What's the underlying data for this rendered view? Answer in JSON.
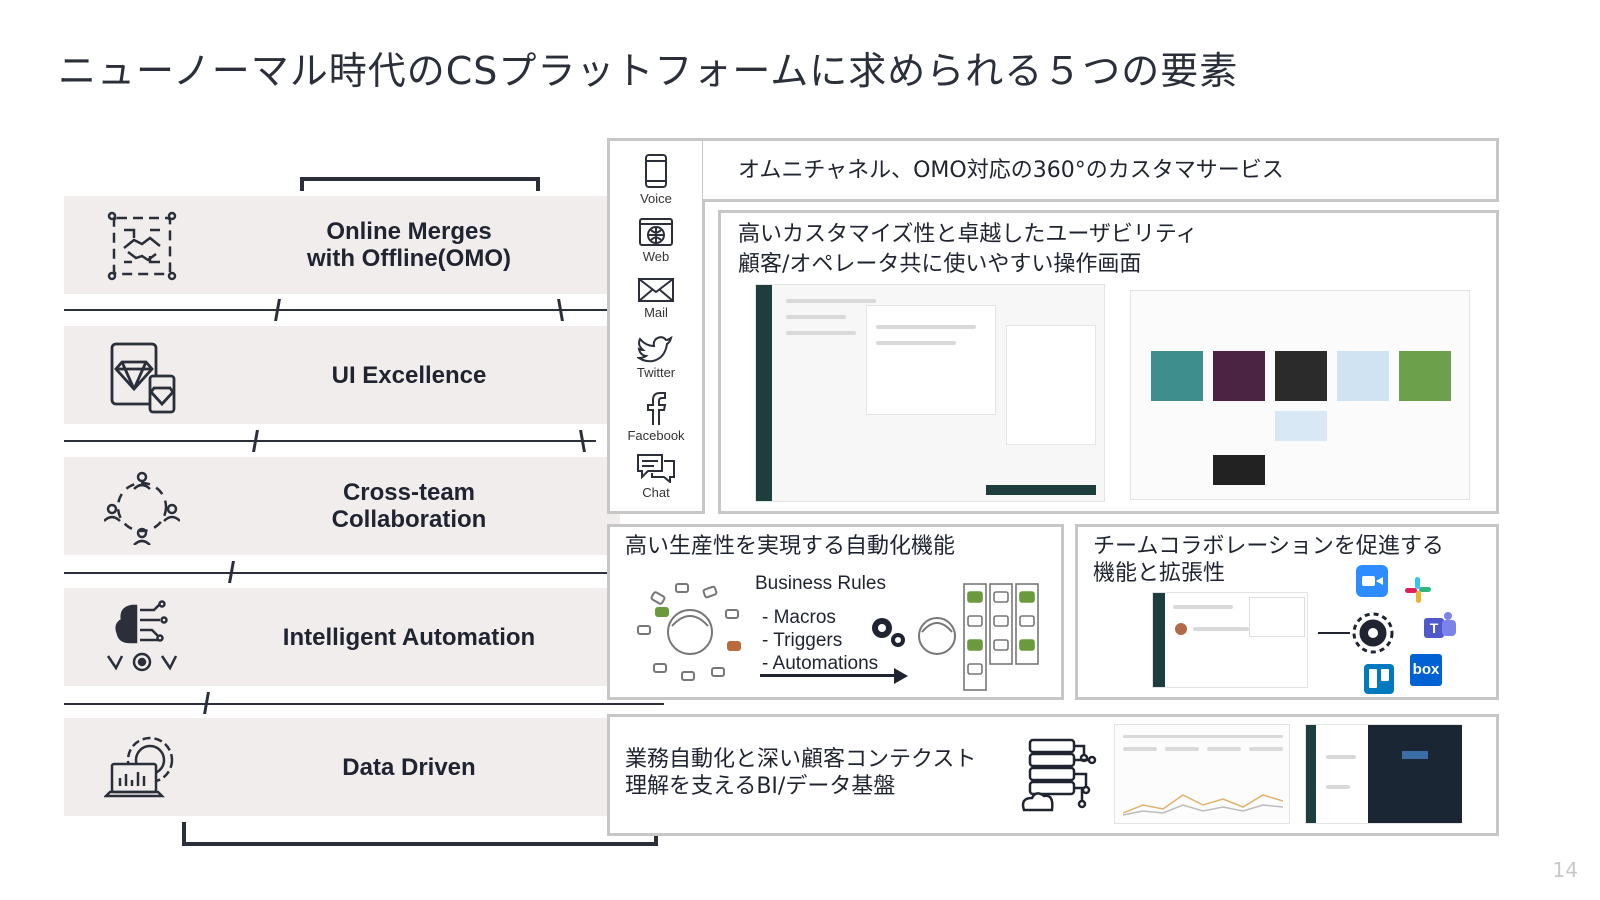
{
  "title": "ニューノーマル時代のCSプラットフォームに求められる５つの要素",
  "pillars": [
    {
      "label": "Online Merges\nwith Offline(OMO)",
      "icon": "handshake-circuit-icon"
    },
    {
      "label": "UI Excellence",
      "icon": "tablet-phone-diamond-icon"
    },
    {
      "label": "Cross-team\nCollaboration",
      "icon": "team-network-icon"
    },
    {
      "label": "Intelligent Automation",
      "icon": "brain-gear-icon"
    },
    {
      "label": "Data Driven",
      "icon": "laptop-chart-gear-icon"
    }
  ],
  "channels": [
    {
      "label": "Voice",
      "icon": "phone-icon"
    },
    {
      "label": "Web",
      "icon": "globe-icon"
    },
    {
      "label": "Mail",
      "icon": "mail-icon"
    },
    {
      "label": "Twitter",
      "icon": "twitter-icon"
    },
    {
      "label": "Facebook",
      "icon": "facebook-icon"
    },
    {
      "label": "Chat",
      "icon": "chat-icon"
    }
  ],
  "boxes": {
    "omni": "オムニチャネル、OMO対応の360°のカスタマサービス",
    "ui": "高いカスタマイズ性と卓越したユーザビリティ\n顧客/オペレータ共に使いやすい操作画面",
    "automation": {
      "heading": "高い生産性を実現する自動化機能",
      "subheading": "Business Rules",
      "items": "- Macros\n- Triggers\n- Automations"
    },
    "collab": "チームコラボレーションを促進する\n機能と拡張性",
    "bi": "業務自動化と深い顧客コンテクスト\n理解を支えるBI/データ基盤"
  },
  "integration_icons": [
    "zoom-icon",
    "slack-icon",
    "teams-icon",
    "trello-icon",
    "box-icon"
  ],
  "integration_labels": {
    "box": "box"
  },
  "page_number": "14",
  "colors": {
    "row_bg": "#f1eded",
    "border": "#c7c7c7",
    "dark": "#2a2f3a",
    "zoom": "#2d8cff",
    "teams": "#5059c9",
    "trello": "#0079bf",
    "box": "#0061d5"
  }
}
